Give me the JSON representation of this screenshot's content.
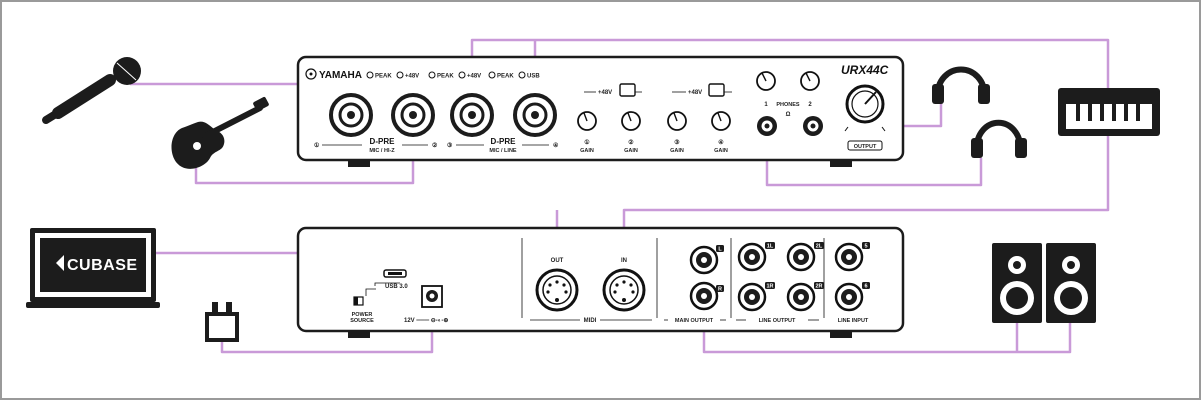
{
  "front_panel": {
    "brand": "YAMAHA",
    "model": "URX44C",
    "indicators": [
      "PEAK",
      "+48V",
      "PEAK",
      "+48V",
      "PEAK",
      "USB"
    ],
    "dpre_left": "D-PRE",
    "dpre_left_sub": "MIC / HI-Z",
    "dpre_right": "D-PRE",
    "dpre_right_sub": "MIC / LINE",
    "channel_nums": [
      "①",
      "②",
      "③",
      "④"
    ],
    "phantom_labels": [
      "+48V",
      "+48V"
    ],
    "gain_nums": [
      "①",
      "②",
      "③",
      "④"
    ],
    "gain_label": "GAIN",
    "phones_label": "PHONES",
    "phones_num_1": "1",
    "phones_num_2": "2",
    "phones_symbol": "Ω",
    "output_label": "OUTPUT"
  },
  "rear_panel": {
    "usb_label": "USB 3.0",
    "power_source_line1": "POWER",
    "power_source_line2": "SOURCE",
    "dc_label": "12V ═══ ⊖-◐-⊕",
    "midi_out": "OUT",
    "midi_in": "IN",
    "midi_label": "MIDI",
    "main_output_label": "MAIN OUTPUT",
    "line_output_label": "LINE OUTPUT",
    "line_input_label": "LINE INPUT",
    "jack_tags": [
      "L",
      "R",
      "1L",
      "1R",
      "2L",
      "2R",
      "5",
      "6"
    ]
  },
  "laptop": {
    "software": "CUBASE"
  },
  "colors": {
    "cable": "#c99ad8",
    "device": "#1c1c1c",
    "frame": "#9a9a9a"
  }
}
